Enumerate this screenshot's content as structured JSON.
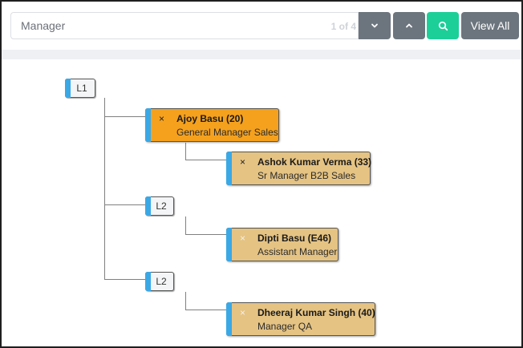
{
  "search": {
    "value": "Manager",
    "counter": "1 of 4"
  },
  "toolbar": {
    "next_icon": "chevron-down-icon",
    "prev_icon": "chevron-up-icon",
    "search_icon": "search-icon",
    "view_all_label": "View All",
    "colors": {
      "gray": "#6c757d",
      "green": "#1ccf98"
    }
  },
  "tree": {
    "root": {
      "label": "L1"
    },
    "nodes": [
      {
        "name": "Ajoy Basu (20)",
        "title": "General Manager Sales",
        "highlight": "primary"
      },
      {
        "name": "Ashok Kumar Verma (33)",
        "title": "Sr Manager B2B Sales",
        "highlight": "secondary"
      },
      {
        "level": "L2",
        "name": "Dipti Basu (E46)",
        "title": "Assistant Manager",
        "highlight": "secondary"
      },
      {
        "level": "L2",
        "name": "Dheeraj Kumar Singh (40)",
        "title": "Manager QA",
        "highlight": "secondary"
      }
    ],
    "close_glyph": "×",
    "colors": {
      "primary": "#f5a11d",
      "secondary": "#e5c383",
      "accent": "#3ba8e6"
    }
  }
}
